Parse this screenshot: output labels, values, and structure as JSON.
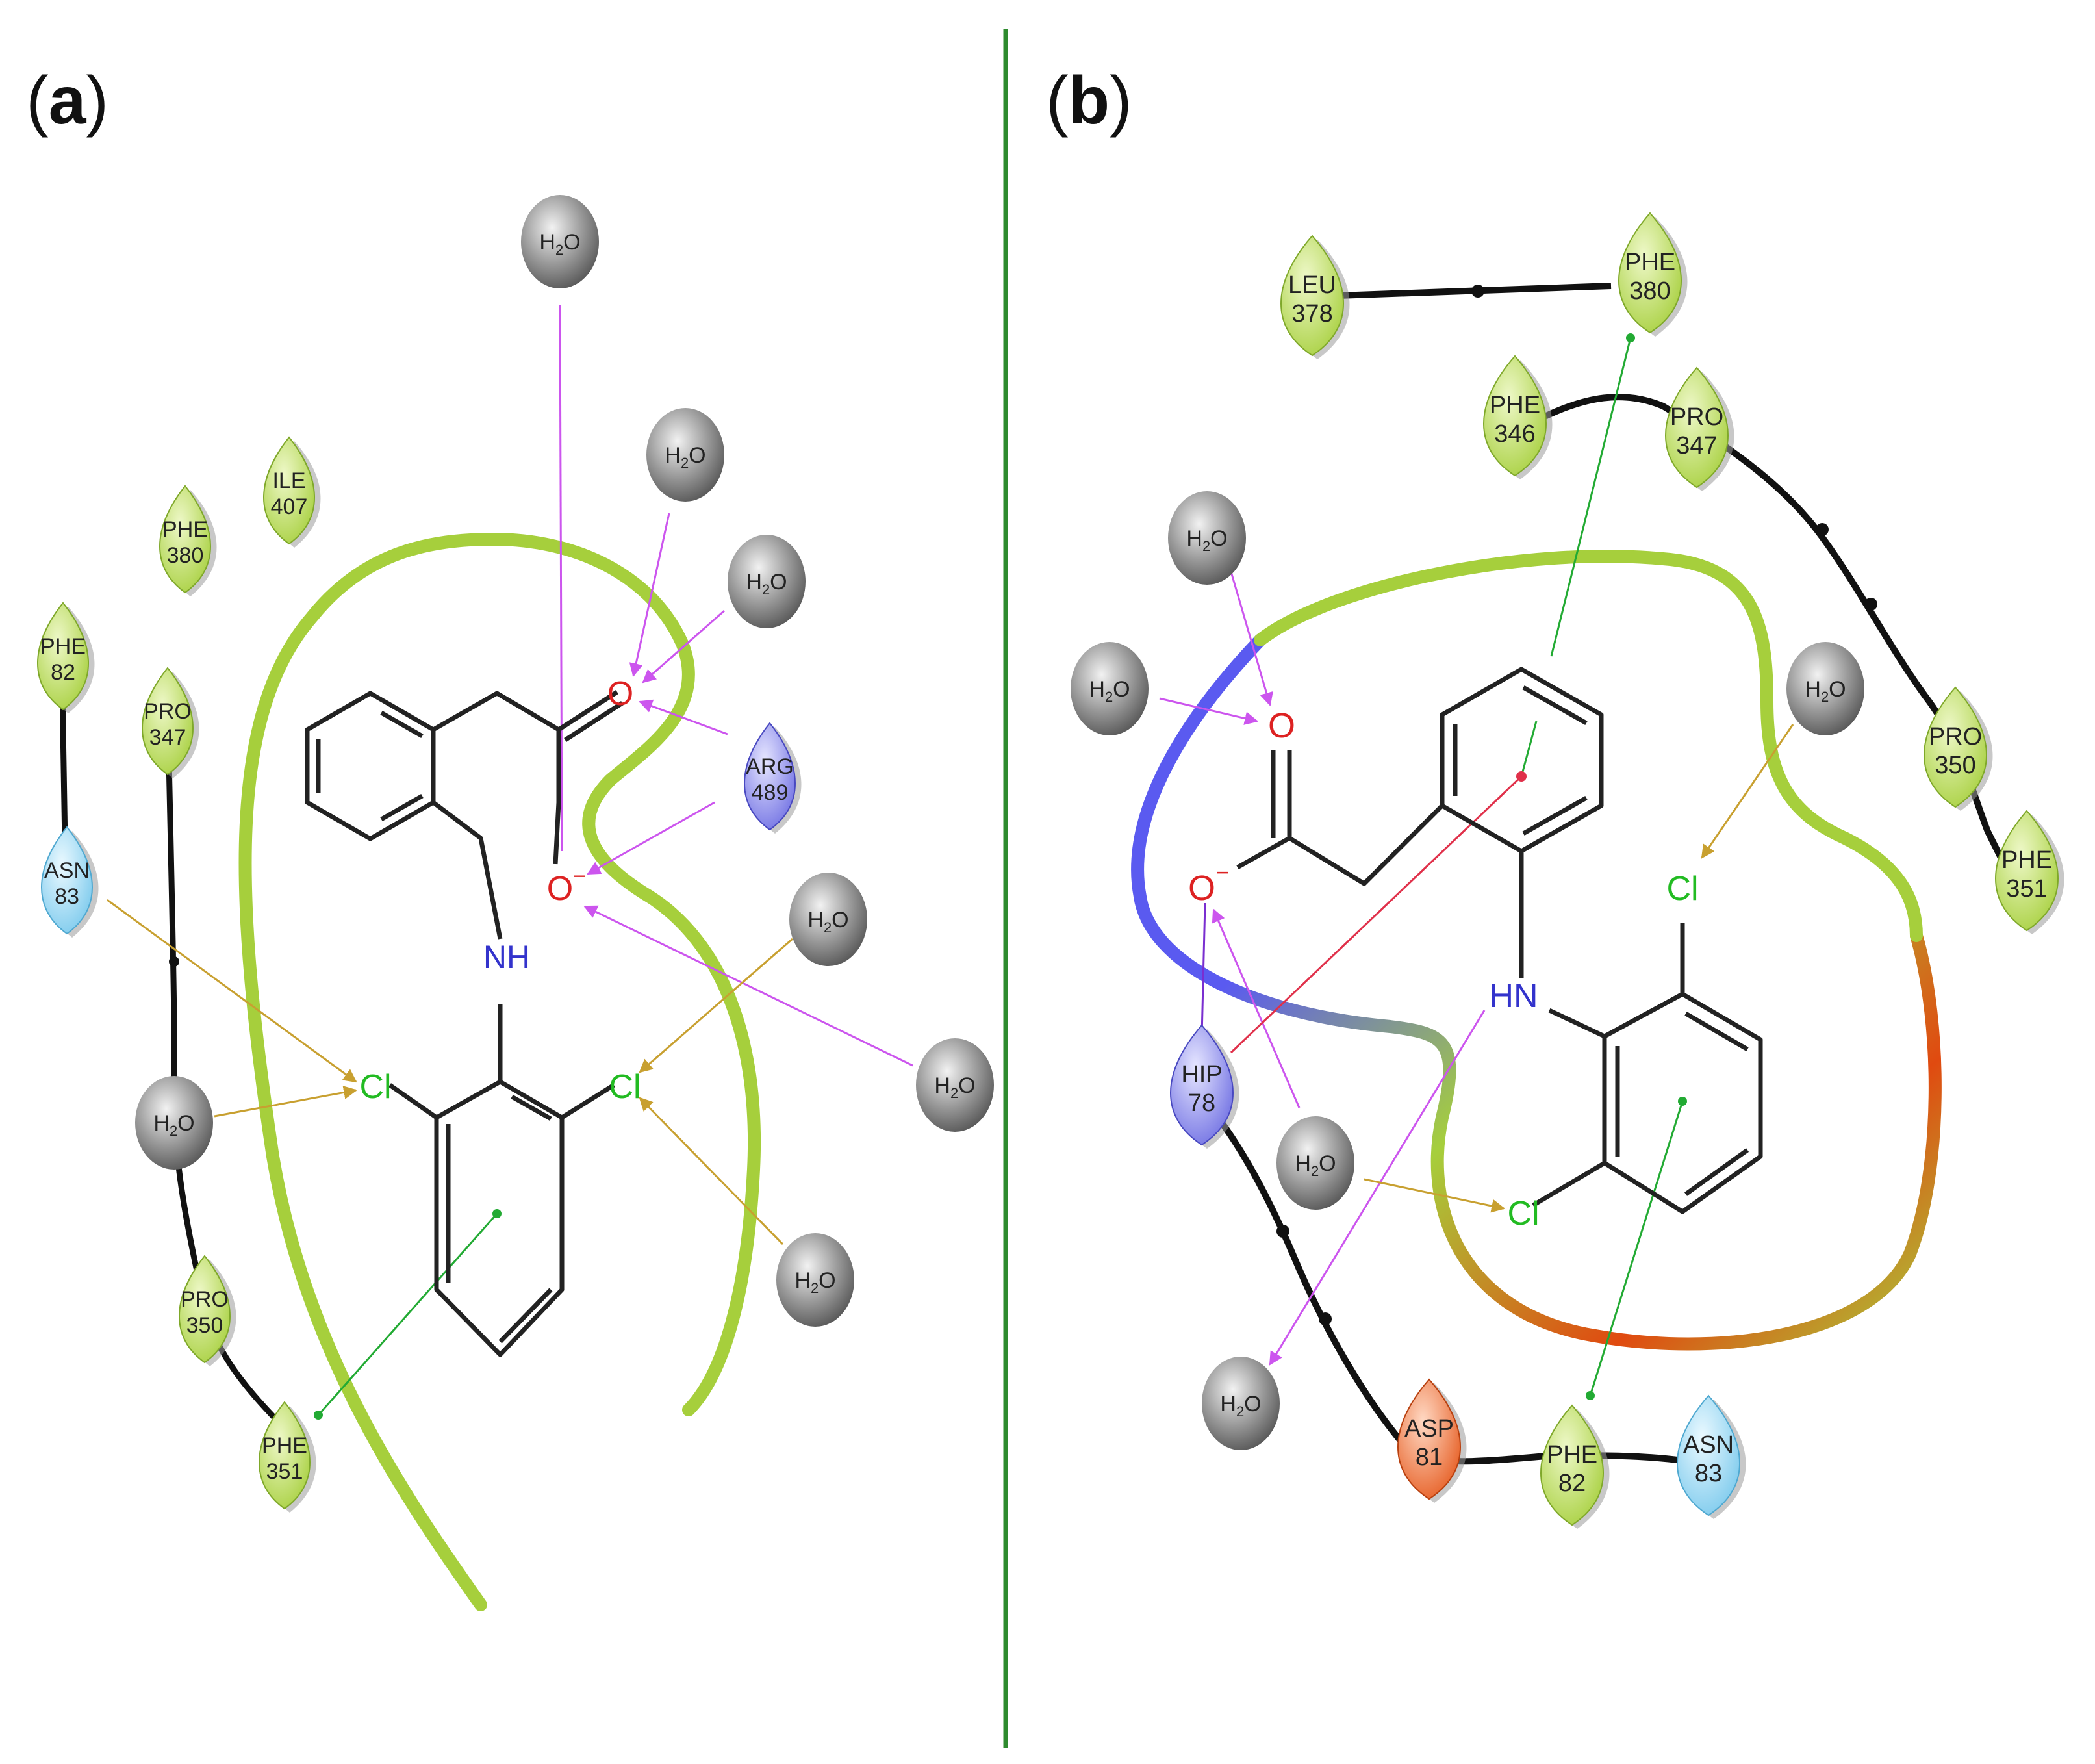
{
  "panels": {
    "a": {
      "open": "(",
      "letter": "a",
      "close": ")"
    },
    "b": {
      "open": "(",
      "letter": "b",
      "close": ")"
    }
  },
  "colors": {
    "divider": "#2e8b2e",
    "hydrophobic": "#a6cf3c",
    "polar": "#8fd6ef",
    "positive": "#7b7be8",
    "negative": "#e8652a",
    "water": "#8a8a8a",
    "hbond": "#cc55ee",
    "halogen_bond": "#c8a030",
    "pi_stacking": "#22aa33",
    "pi_cation": "#e0304a",
    "oxygen_text": "#dd2222",
    "nitrogen_text": "#3333cc",
    "chlorine_text": "#22bb22"
  },
  "residues_a": [
    {
      "id": "ile407",
      "name": "ILE",
      "num": "407",
      "type": "hydrophobic"
    },
    {
      "id": "phe380",
      "name": "PHE",
      "num": "380",
      "type": "hydrophobic"
    },
    {
      "id": "phe82",
      "name": "PHE",
      "num": "82",
      "type": "hydrophobic"
    },
    {
      "id": "pro347",
      "name": "PRO",
      "num": "347",
      "type": "hydrophobic"
    },
    {
      "id": "asn83",
      "name": "ASN",
      "num": "83",
      "type": "polar"
    },
    {
      "id": "arg489",
      "name": "ARG",
      "num": "489",
      "type": "positive"
    },
    {
      "id": "pro350",
      "name": "PRO",
      "num": "350",
      "type": "hydrophobic"
    },
    {
      "id": "phe351",
      "name": "PHE",
      "num": "351",
      "type": "hydrophobic"
    }
  ],
  "residues_b": [
    {
      "id": "leu378",
      "name": "LEU",
      "num": "378",
      "type": "hydrophobic"
    },
    {
      "id": "phe380",
      "name": "PHE",
      "num": "380",
      "type": "hydrophobic"
    },
    {
      "id": "phe346",
      "name": "PHE",
      "num": "346",
      "type": "hydrophobic"
    },
    {
      "id": "pro347",
      "name": "PRO",
      "num": "347",
      "type": "hydrophobic"
    },
    {
      "id": "pro350",
      "name": "PRO",
      "num": "350",
      "type": "hydrophobic"
    },
    {
      "id": "phe351",
      "name": "PHE",
      "num": "351",
      "type": "hydrophobic"
    },
    {
      "id": "hip78",
      "name": "HIP",
      "num": "78",
      "type": "positive"
    },
    {
      "id": "asp81",
      "name": "ASP",
      "num": "81",
      "type": "negative"
    },
    {
      "id": "phe82",
      "name": "PHE",
      "num": "82",
      "type": "hydrophobic"
    },
    {
      "id": "asn83",
      "name": "ASN",
      "num": "83",
      "type": "polar"
    }
  ],
  "water_label": {
    "main": "H",
    "sub": "2",
    "end": "O"
  },
  "atoms": {
    "oxygen": "O",
    "oxygen_anion": "O",
    "minus": "−",
    "nh_a": "NH",
    "nh_b": "HN",
    "chlorine": "Cl"
  }
}
